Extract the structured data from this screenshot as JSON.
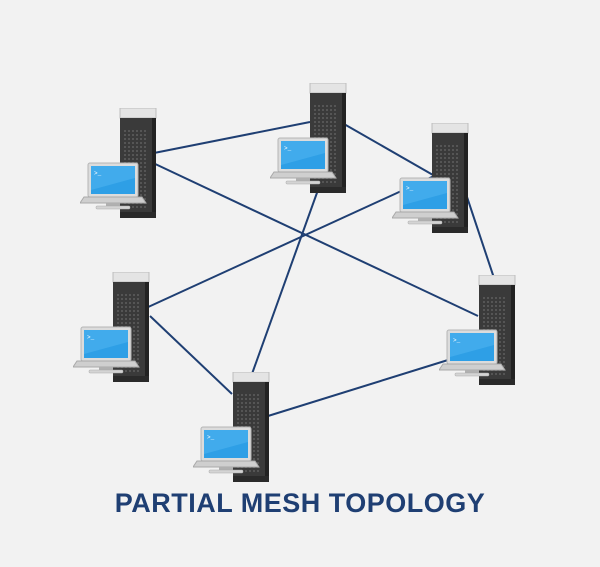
{
  "caption": "PARTIAL MESH TOPOLOGY",
  "colors": {
    "link": "#1f3f73",
    "caption": "#1f3f73",
    "background": "#f2f2f2",
    "screen": "#2e9fe6",
    "tower": "#3a3a3a"
  },
  "icon": "computer-workstation-icon",
  "nodes": [
    {
      "id": "top-left"
    },
    {
      "id": "top-center"
    },
    {
      "id": "top-right"
    },
    {
      "id": "middle-left"
    },
    {
      "id": "middle-right"
    },
    {
      "id": "bottom-center"
    }
  ],
  "links": [
    [
      "top-left",
      "top-center"
    ],
    [
      "top-center",
      "top-right"
    ],
    [
      "top-left",
      "middle-right"
    ],
    [
      "top-center",
      "bottom-center"
    ],
    [
      "top-right",
      "middle-left"
    ],
    [
      "top-right",
      "middle-right"
    ],
    [
      "middle-left",
      "bottom-center"
    ],
    [
      "bottom-center",
      "middle-right"
    ]
  ]
}
